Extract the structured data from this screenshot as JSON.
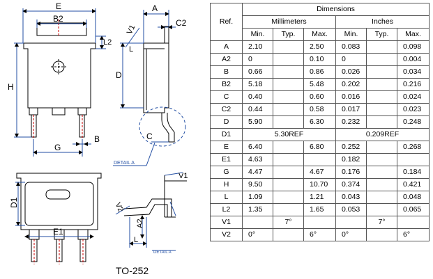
{
  "drawing": {
    "labels": {
      "E": "E",
      "B2": "B2",
      "L2": "L2",
      "H": "H",
      "G": "G",
      "B": "B",
      "A": "A",
      "C2": "C2",
      "V1": "V1",
      "L": "L",
      "D": "D",
      "C": "C",
      "detail_a": "DETAIL A",
      "D1": "D1",
      "E1": "E1",
      "V2": "V2",
      "A2": "A2",
      "detail_a_small": "DETAIL A"
    },
    "package_caption": "TO-252"
  },
  "table": {
    "title": "Dimensions",
    "ref_header": "Ref.",
    "mm_header": "Millimeters",
    "in_header": "Inches",
    "sub_headers": [
      "Min.",
      "Typ.",
      "Max.",
      "Min.",
      "Typ.",
      "Max."
    ],
    "rows": [
      {
        "ref": "A",
        "mm_min": "2.10",
        "mm_typ": "",
        "mm_max": "2.50",
        "in_min": "0.083",
        "in_typ": "",
        "in_max": "0.098"
      },
      {
        "ref": "A2",
        "mm_min": "0",
        "mm_typ": "",
        "mm_max": "0.10",
        "in_min": "0",
        "in_typ": "",
        "in_max": "0.004"
      },
      {
        "ref": "B",
        "mm_min": "0.66",
        "mm_typ": "",
        "mm_max": "0.86",
        "in_min": "0.026",
        "in_typ": "",
        "in_max": "0.034"
      },
      {
        "ref": "B2",
        "mm_min": "5.18",
        "mm_typ": "",
        "mm_max": "5.48",
        "in_min": "0.202",
        "in_typ": "",
        "in_max": "0.216"
      },
      {
        "ref": "C",
        "mm_min": "0.40",
        "mm_typ": "",
        "mm_max": "0.60",
        "in_min": "0.016",
        "in_typ": "",
        "in_max": "0.024"
      },
      {
        "ref": "C2",
        "mm_min": "0.44",
        "mm_typ": "",
        "mm_max": "0.58",
        "in_min": "0.017",
        "in_typ": "",
        "in_max": "0.023"
      },
      {
        "ref": "D",
        "mm_min": "5.90",
        "mm_typ": "",
        "mm_max": "6.30",
        "in_min": "0.232",
        "in_typ": "",
        "in_max": "0.248"
      },
      {
        "ref": "D1",
        "mm_ref": "5.30REF",
        "in_ref": "0.209REF"
      },
      {
        "ref": "E",
        "mm_min": "6.40",
        "mm_typ": "",
        "mm_max": "6.80",
        "in_min": "0.252",
        "in_typ": "",
        "in_max": "0.268"
      },
      {
        "ref": "E1",
        "mm_min": "4.63",
        "mm_typ": "",
        "mm_max": "",
        "in_min": "0.182",
        "in_typ": "",
        "in_max": ""
      },
      {
        "ref": "G",
        "mm_min": "4.47",
        "mm_typ": "",
        "mm_max": "4.67",
        "in_min": "0.176",
        "in_typ": "",
        "in_max": "0.184"
      },
      {
        "ref": "H",
        "mm_min": "9.50",
        "mm_typ": "",
        "mm_max": "10.70",
        "in_min": "0.374",
        "in_typ": "",
        "in_max": "0.421"
      },
      {
        "ref": "L",
        "mm_min": "1.09",
        "mm_typ": "",
        "mm_max": "1.21",
        "in_min": "0.043",
        "in_typ": "",
        "in_max": "0.048"
      },
      {
        "ref": "L2",
        "mm_min": "1.35",
        "mm_typ": "",
        "mm_max": "1.65",
        "in_min": "0.053",
        "in_typ": "",
        "in_max": "0.065"
      },
      {
        "ref": "V1",
        "mm_min": "",
        "mm_typ": "7°",
        "mm_max": "",
        "in_min": "",
        "in_typ": "7°",
        "in_max": ""
      },
      {
        "ref": "V2",
        "mm_min": "0°",
        "mm_typ": "",
        "mm_max": "6°",
        "in_min": "0°",
        "in_typ": "",
        "in_max": "6°"
      }
    ]
  }
}
